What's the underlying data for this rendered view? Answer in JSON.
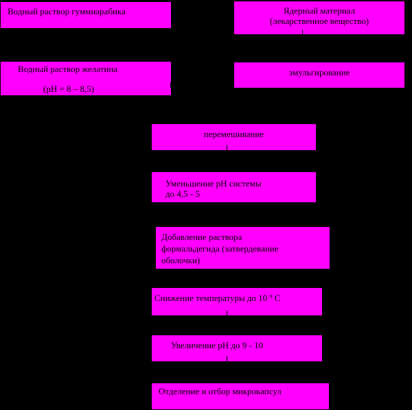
{
  "diagram": {
    "colors": {
      "background": "#000000",
      "box_fill": "#ff00ff",
      "text": "#000000"
    },
    "boxes": {
      "gum_arabic": "Водный раствор гуммиарабика",
      "core_material": [
        "Ядерный материал",
        "(лекарственное вещество)"
      ],
      "gelatin": [
        "Водный раствор желатина",
        "(pH = 8 – 8,5)"
      ],
      "emulsification": "эмульгирование",
      "mixing": "перемешивание",
      "ph_decrease": [
        "Уменьшение pH системы",
        "до  4,5 - 5"
      ],
      "formaldehyde": [
        "Добавление раствора",
        "формальдегида (затвердевание",
        "оболочки)"
      ],
      "temperature": "Снижение температуры до 10  º С",
      "ph_increase": "Увеличение pH до 9 - 10",
      "separation": "Отделение и отбор микрокапсул"
    }
  }
}
